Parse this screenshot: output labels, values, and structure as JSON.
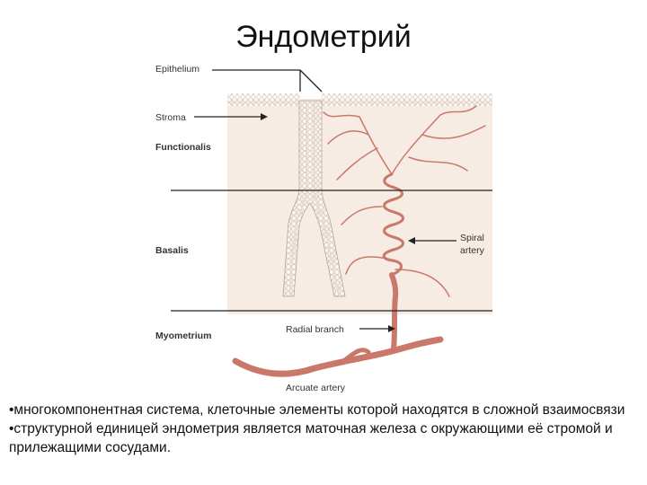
{
  "title": "Эндометрий",
  "diagram": {
    "labels": {
      "epithelium": "Epithelium",
      "stroma": "Stroma",
      "functionalis": "Functionalis",
      "basalis": "Basalis",
      "myometrium": "Myometrium",
      "spiral_artery_line1": "Spiral",
      "spiral_artery_line2": "artery",
      "radial_branch": "Radial branch",
      "arcuate_artery": "Arcuate artery"
    },
    "colors": {
      "stroma": "#f6ece4",
      "gland": "#fbf6f1",
      "vessel": "#c9786a",
      "vessel_dark": "#b45f52"
    }
  },
  "caption": {
    "line1": "•многокомпонентная система, клеточные элементы которой находятся в сложной взаимосвязи",
    "line2": "•структурной единицей эндометрия является маточная железа с окружающими её стромой и прилежащими сосудами."
  }
}
